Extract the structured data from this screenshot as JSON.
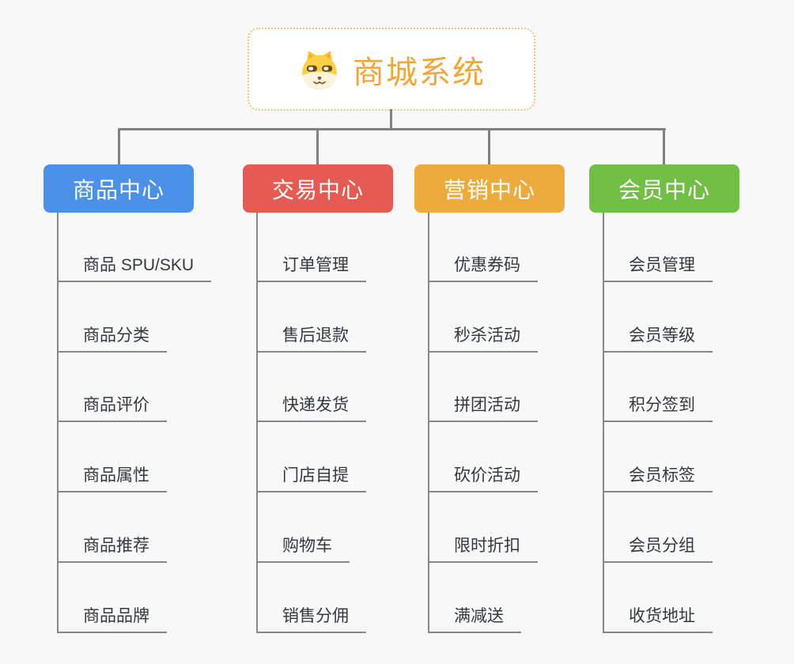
{
  "root": {
    "title": "商城系统",
    "icon": "dog-face-icon"
  },
  "branches": [
    {
      "label": "商品中心",
      "color": "#4B91E8",
      "children": [
        "商品 SPU/SKU",
        "商品分类",
        "商品评价",
        "商品属性",
        "商品推荐",
        "商品品牌"
      ]
    },
    {
      "label": "交易中心",
      "color": "#E55A52",
      "children": [
        "订单管理",
        "售后退款",
        "快递发货",
        "门店自提",
        "购物车",
        "销售分佣"
      ]
    },
    {
      "label": "营销中心",
      "color": "#EDAB3E",
      "children": [
        "优惠券码",
        "秒杀活动",
        "拼团活动",
        "砍价活动",
        "限时折扣",
        "满减送"
      ]
    },
    {
      "label": "会员中心",
      "color": "#72BF46",
      "children": [
        "会员管理",
        "会员等级",
        "积分签到",
        "会员标签",
        "会员分组",
        "收货地址"
      ]
    }
  ],
  "colors": {
    "background": "#F8F8F8",
    "root_border": "#F2C36F",
    "root_title": "#F0A63C",
    "connector": "#808080",
    "underline": "#878787",
    "item_text": "#333940"
  }
}
